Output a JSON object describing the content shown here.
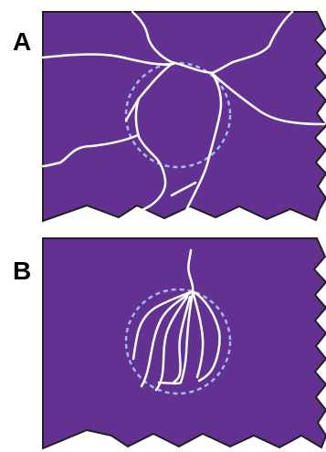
{
  "colors": {
    "tissue_fill": "#633192",
    "tissue_border": "#231f20",
    "vessel_stroke": "#ffffff",
    "outline_circle": "#a6b8f0",
    "background": "#ffffff",
    "label_color": "#000000"
  },
  "panels": [
    {
      "label": "A",
      "description_key": "diffuse-vessels"
    },
    {
      "label": "B",
      "description_key": "converging-vessels"
    }
  ]
}
